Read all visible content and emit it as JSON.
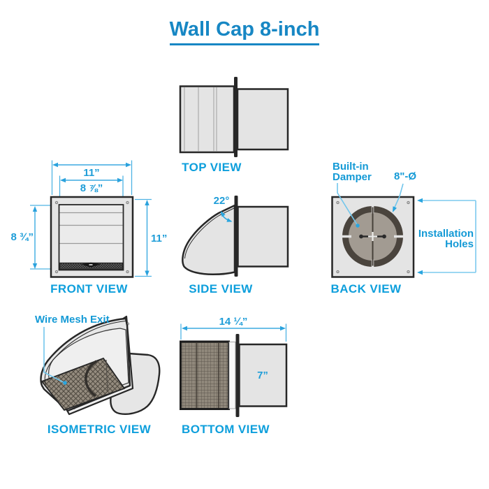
{
  "title": "Wall Cap 8-inch",
  "views": {
    "top": {
      "label": "TOP VIEW"
    },
    "front": {
      "label": "FRONT VIEW",
      "dim_outer_width": "11”",
      "dim_inner_width": "8 ⅞”",
      "dim_inner_height": "8 ¾”",
      "dim_outer_height": "11”"
    },
    "side": {
      "label": "SIDE VIEW",
      "angle": "22°"
    },
    "back": {
      "label": "BACK VIEW",
      "callout_damper": "Built-in Damper",
      "callout_diameter": "8\"-Ø",
      "callout_holes": "Installation Holes"
    },
    "isometric": {
      "label": "ISOMETRIC VIEW",
      "callout_mesh": "Wire Mesh Exit"
    },
    "bottom": {
      "label": "BOTTOM VIEW",
      "dim_overall_width": "14 ¼”",
      "dim_duct_width": "7”"
    }
  },
  "colors": {
    "title": "#1787C4",
    "label_accent": "#0E9FDC",
    "dimension": "#2AA6DF",
    "leader": "#72C6EC",
    "outline": "#272727",
    "body_fill": "#E4E4E4",
    "mesh_fill": "#90887B",
    "damper_disc": "#A29B92",
    "damper_ring": "#4A443D"
  }
}
